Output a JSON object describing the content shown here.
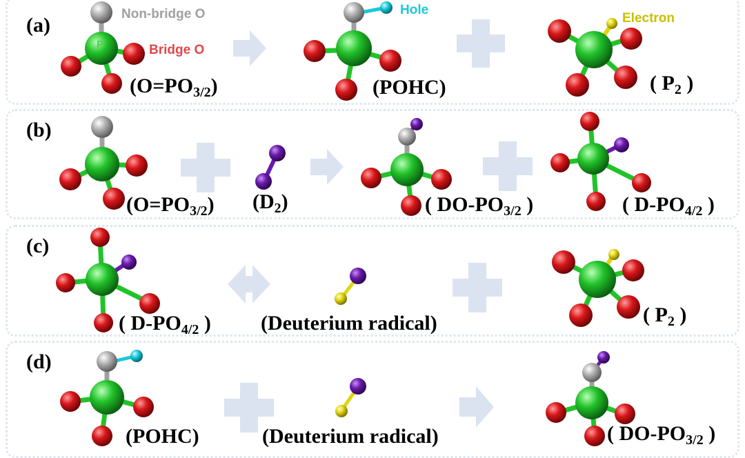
{
  "panels": {
    "a": {
      "label": "(a)",
      "reactant": {
        "pre": "(O=PO",
        "sub": "3/2",
        "post": ")"
      },
      "product1": "(POHC)",
      "product2": {
        "pre": "( P",
        "sub": "2",
        "post": " )"
      },
      "annotations": {
        "nonbridge": "Non-bridge O",
        "bridge": "Bridge O",
        "p_atom": "P",
        "hole": "Hole",
        "electron": "Electron"
      }
    },
    "b": {
      "label": "(b)",
      "reactant1": {
        "pre": "(O=PO",
        "sub": "3/2",
        "post": ")"
      },
      "reactant2": {
        "pre": "(D",
        "sub": "2",
        "post": ")"
      },
      "product1": {
        "pre": "( DO-PO",
        "sub": "3/2",
        "post": " )"
      },
      "product2": {
        "pre": "( D-PO",
        "sub": "4/2",
        "post": " )"
      }
    },
    "c": {
      "label": "(c)",
      "reactant": {
        "pre": "( D-PO",
        "sub": "4/2",
        "post": " )"
      },
      "product1": "(Deuterium radical)",
      "product2": {
        "pre": "( P",
        "sub": "2",
        "post": " )"
      }
    },
    "d": {
      "label": "(d)",
      "reactant1": "(POHC)",
      "reactant2": "(Deuterium radical)",
      "product": {
        "pre": "( DO-PO",
        "sub": "3/2",
        "post": " )"
      }
    }
  },
  "colors": {
    "phosphorus": "#22c32a",
    "oxygen": "#d8171a",
    "nonbridge_oxygen": "#a8a8a8",
    "deuterium": "#6a1aa8",
    "hole": "#19c8d8",
    "electron": "#e0d410",
    "arrow": "#dbe3f1",
    "panel_border": "#dde6f0",
    "nonbridge_text": "#a0a0a0",
    "bridge_text": "#e04848",
    "hole_text": "#1ec8d8",
    "electron_text": "#c8c000"
  }
}
